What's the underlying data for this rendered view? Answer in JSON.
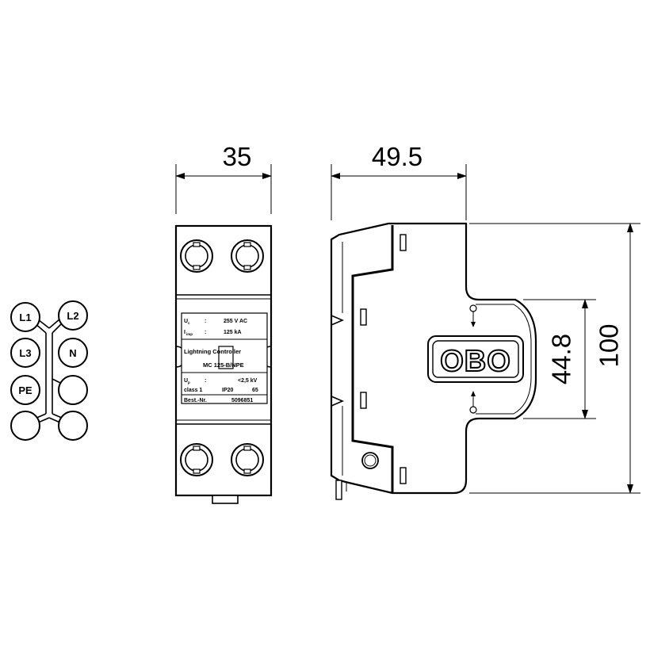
{
  "colors": {
    "ink": "#000000",
    "paper": "#ffffff"
  },
  "dimensions": {
    "front_width": "35",
    "depth": "49.5",
    "front_face_height": "44.8",
    "height": "100"
  },
  "terminals": {
    "l1": "L1",
    "l2": "L2",
    "l3": "L3",
    "n": "N",
    "pe": "PE"
  },
  "logo": {
    "text": "OBO"
  },
  "product_label": {
    "uc_symbol": "U",
    "uc_sub": "c",
    "colon": ":",
    "uc_value": "255 V AC",
    "i_symbol": "I",
    "i_sub": "imp",
    "i_value": "125 kA",
    "brand_line": "Lightning Controller",
    "model": "MC 125-B/NPE",
    "up_symbol": "U",
    "up_sub": "p",
    "up_value": "<2,5 kV",
    "class": "class 1",
    "ip": "IP20",
    "rating": "65",
    "order_label": "Best.-Nr.",
    "order_number": "5096851"
  }
}
